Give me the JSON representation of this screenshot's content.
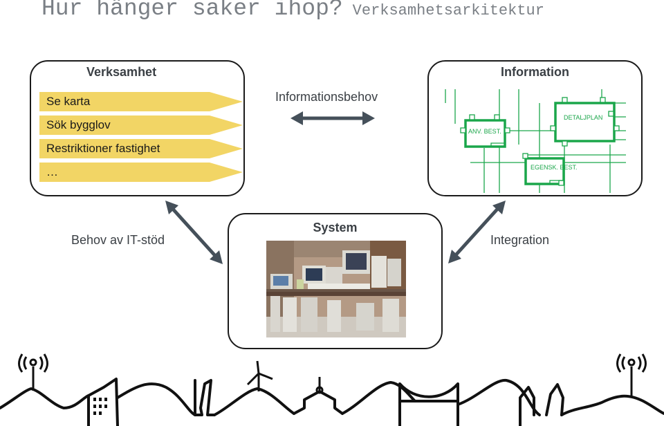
{
  "title": "Hur hänger saker ihop?",
  "subtitle": "Verksamhetsarkitektur",
  "verksamhet": {
    "title": "Verksamhet",
    "items": [
      "Se karta",
      "Sök bygglov",
      "Restriktioner fastighet",
      "…"
    ]
  },
  "information": {
    "title": "Information",
    "diagram_labels": [
      "ANV. BEST.",
      "DETALJPLAN",
      "EGENSK. BEST."
    ]
  },
  "system": {
    "title": "System"
  },
  "connectors": {
    "top": "Informationsbehov",
    "left": "Behov av IT-stöd",
    "right": "Integration"
  },
  "colors": {
    "text": "#3a3f44",
    "title_gray": "#7a7f85",
    "arrow_fill": "#f2d565",
    "diagram_green": "#1aa64a",
    "connector_arrow": "#45505a"
  }
}
